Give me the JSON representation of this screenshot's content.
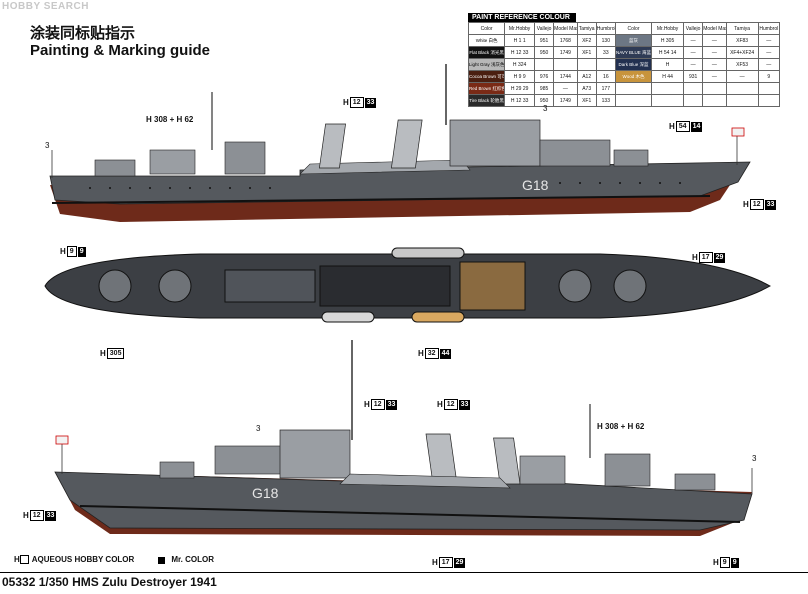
{
  "watermark": "HOBBY SEARCH",
  "title_cn": "涂装同标贴指示",
  "title_en": "Painting  &  Marking  guide",
  "paint_table": {
    "header": "PAINT REFERENCE COLOUR",
    "columns": [
      "Color",
      "Mr.Hobby",
      "Vallejo",
      "Model Master",
      "Tamiya",
      "Humbrol"
    ],
    "left_rows": [
      {
        "color_name": "White 白色",
        "swatch": "#ffffff",
        "h": "H",
        "h_num": "1",
        "m_num": "1",
        "vallejo": "951",
        "model_master": "1768",
        "tamiya": "XF2",
        "humbrol": "130"
      },
      {
        "color_name": "Flat Black 消光黑",
        "swatch": "#111111",
        "h": "H",
        "h_num": "12",
        "m_num": "33",
        "vallejo": "950",
        "model_master": "1749",
        "tamiya": "XF1",
        "humbrol": "33"
      },
      {
        "color_name": "Light Gray 浅灰色",
        "swatch": "#b8b8b8",
        "h": "H",
        "h_num": "324",
        "m_num": "",
        "vallejo": "",
        "model_master": "",
        "tamiya": "",
        "humbrol": ""
      },
      {
        "color_name": "Cocoa Brown 可可棕",
        "swatch": "#4a1e10",
        "h": "H",
        "h_num": "9",
        "m_num": "9",
        "vallejo": "976",
        "model_master": "1744",
        "tamiya": "A12",
        "humbrol": "16"
      },
      {
        "color_name": "Red Brown 红棕色",
        "swatch": "#7a2a16",
        "h": "H",
        "h_num": "29",
        "m_num": "29",
        "vallejo": "985",
        "model_master": "—",
        "tamiya": "A73",
        "humbrol": "177"
      },
      {
        "color_name": "Tire Black 轮胎黑",
        "swatch": "#2a2a2a",
        "h": "H",
        "h_num": "12",
        "m_num": "33",
        "vallejo": "950",
        "model_master": "1749",
        "tamiya": "XF1",
        "humbrol": "133"
      }
    ],
    "right_rows": [
      {
        "color_name": "蓝灰",
        "swatch": "#6d7784",
        "h": "H",
        "h_num": "305",
        "m_num": "",
        "vallejo": "—",
        "model_master": "—",
        "tamiya": "XF83",
        "humbrol": "—"
      },
      {
        "color_name": "NAVY BLUE 海蓝",
        "swatch": "#2f3b55",
        "h": "H",
        "h_num": "54",
        "m_num": "14",
        "vallejo": "—",
        "model_master": "—",
        "tamiya": "XF4+XF24",
        "humbrol": "—"
      },
      {
        "color_name": "Dark Blue 深蓝",
        "swatch": "#223050",
        "h": "H",
        "h_num": "",
        "m_num": "",
        "vallejo": "—",
        "model_master": "—",
        "tamiya": "XF53",
        "humbrol": "—"
      },
      {
        "color_name": "Wood 木色",
        "swatch": "#c8943c",
        "h": "H",
        "h_num": "",
        "m_num": "44",
        "vallejo": "931",
        "model_master": "—",
        "tamiya": "—",
        "humbrol": "9"
      }
    ]
  },
  "callouts_top": [
    {
      "id": "callout-308-62",
      "text": "H 308 + H 62"
    },
    {
      "id": "callout-12-33-funnel",
      "h": "12",
      "m": "33"
    },
    {
      "id": "callout-54-14",
      "h": "54",
      "m": "14"
    },
    {
      "id": "callout-12-33-stern",
      "h": "12",
      "m": "33"
    },
    {
      "id": "callout-9-9",
      "h": "9",
      "m": "9"
    },
    {
      "id": "callout-17-29",
      "h": "17",
      "m": "29"
    }
  ],
  "callouts_plan": [
    {
      "id": "callout-305",
      "h": "305"
    },
    {
      "id": "callout-32-44",
      "h": "32",
      "m": "44"
    }
  ],
  "callouts_bottom": [
    {
      "id": "callout-12-33-bow",
      "h": "12",
      "m": "33"
    },
    {
      "id": "callout-12-33-funnel2",
      "h": "12",
      "m": "33"
    },
    {
      "id": "callout-308-62-b",
      "text": "H 308 + H 62"
    },
    {
      "id": "callout-12-33-left",
      "h": "12",
      "m": "33"
    },
    {
      "id": "callout-17-29-b",
      "h": "17",
      "m": "29"
    },
    {
      "id": "callout-9-9-b",
      "h": "9",
      "m": "9"
    }
  ],
  "hull_number": "G18",
  "three_labels": [
    "3",
    "3",
    "3",
    "3"
  ],
  "legend": {
    "hobby": "AQUEOUS HOBBY COLOR",
    "mr": "Mr. COLOR",
    "h_prefix": "H"
  },
  "footer": "05332 1/350  HMS Zulu Destroyer 1941"
}
